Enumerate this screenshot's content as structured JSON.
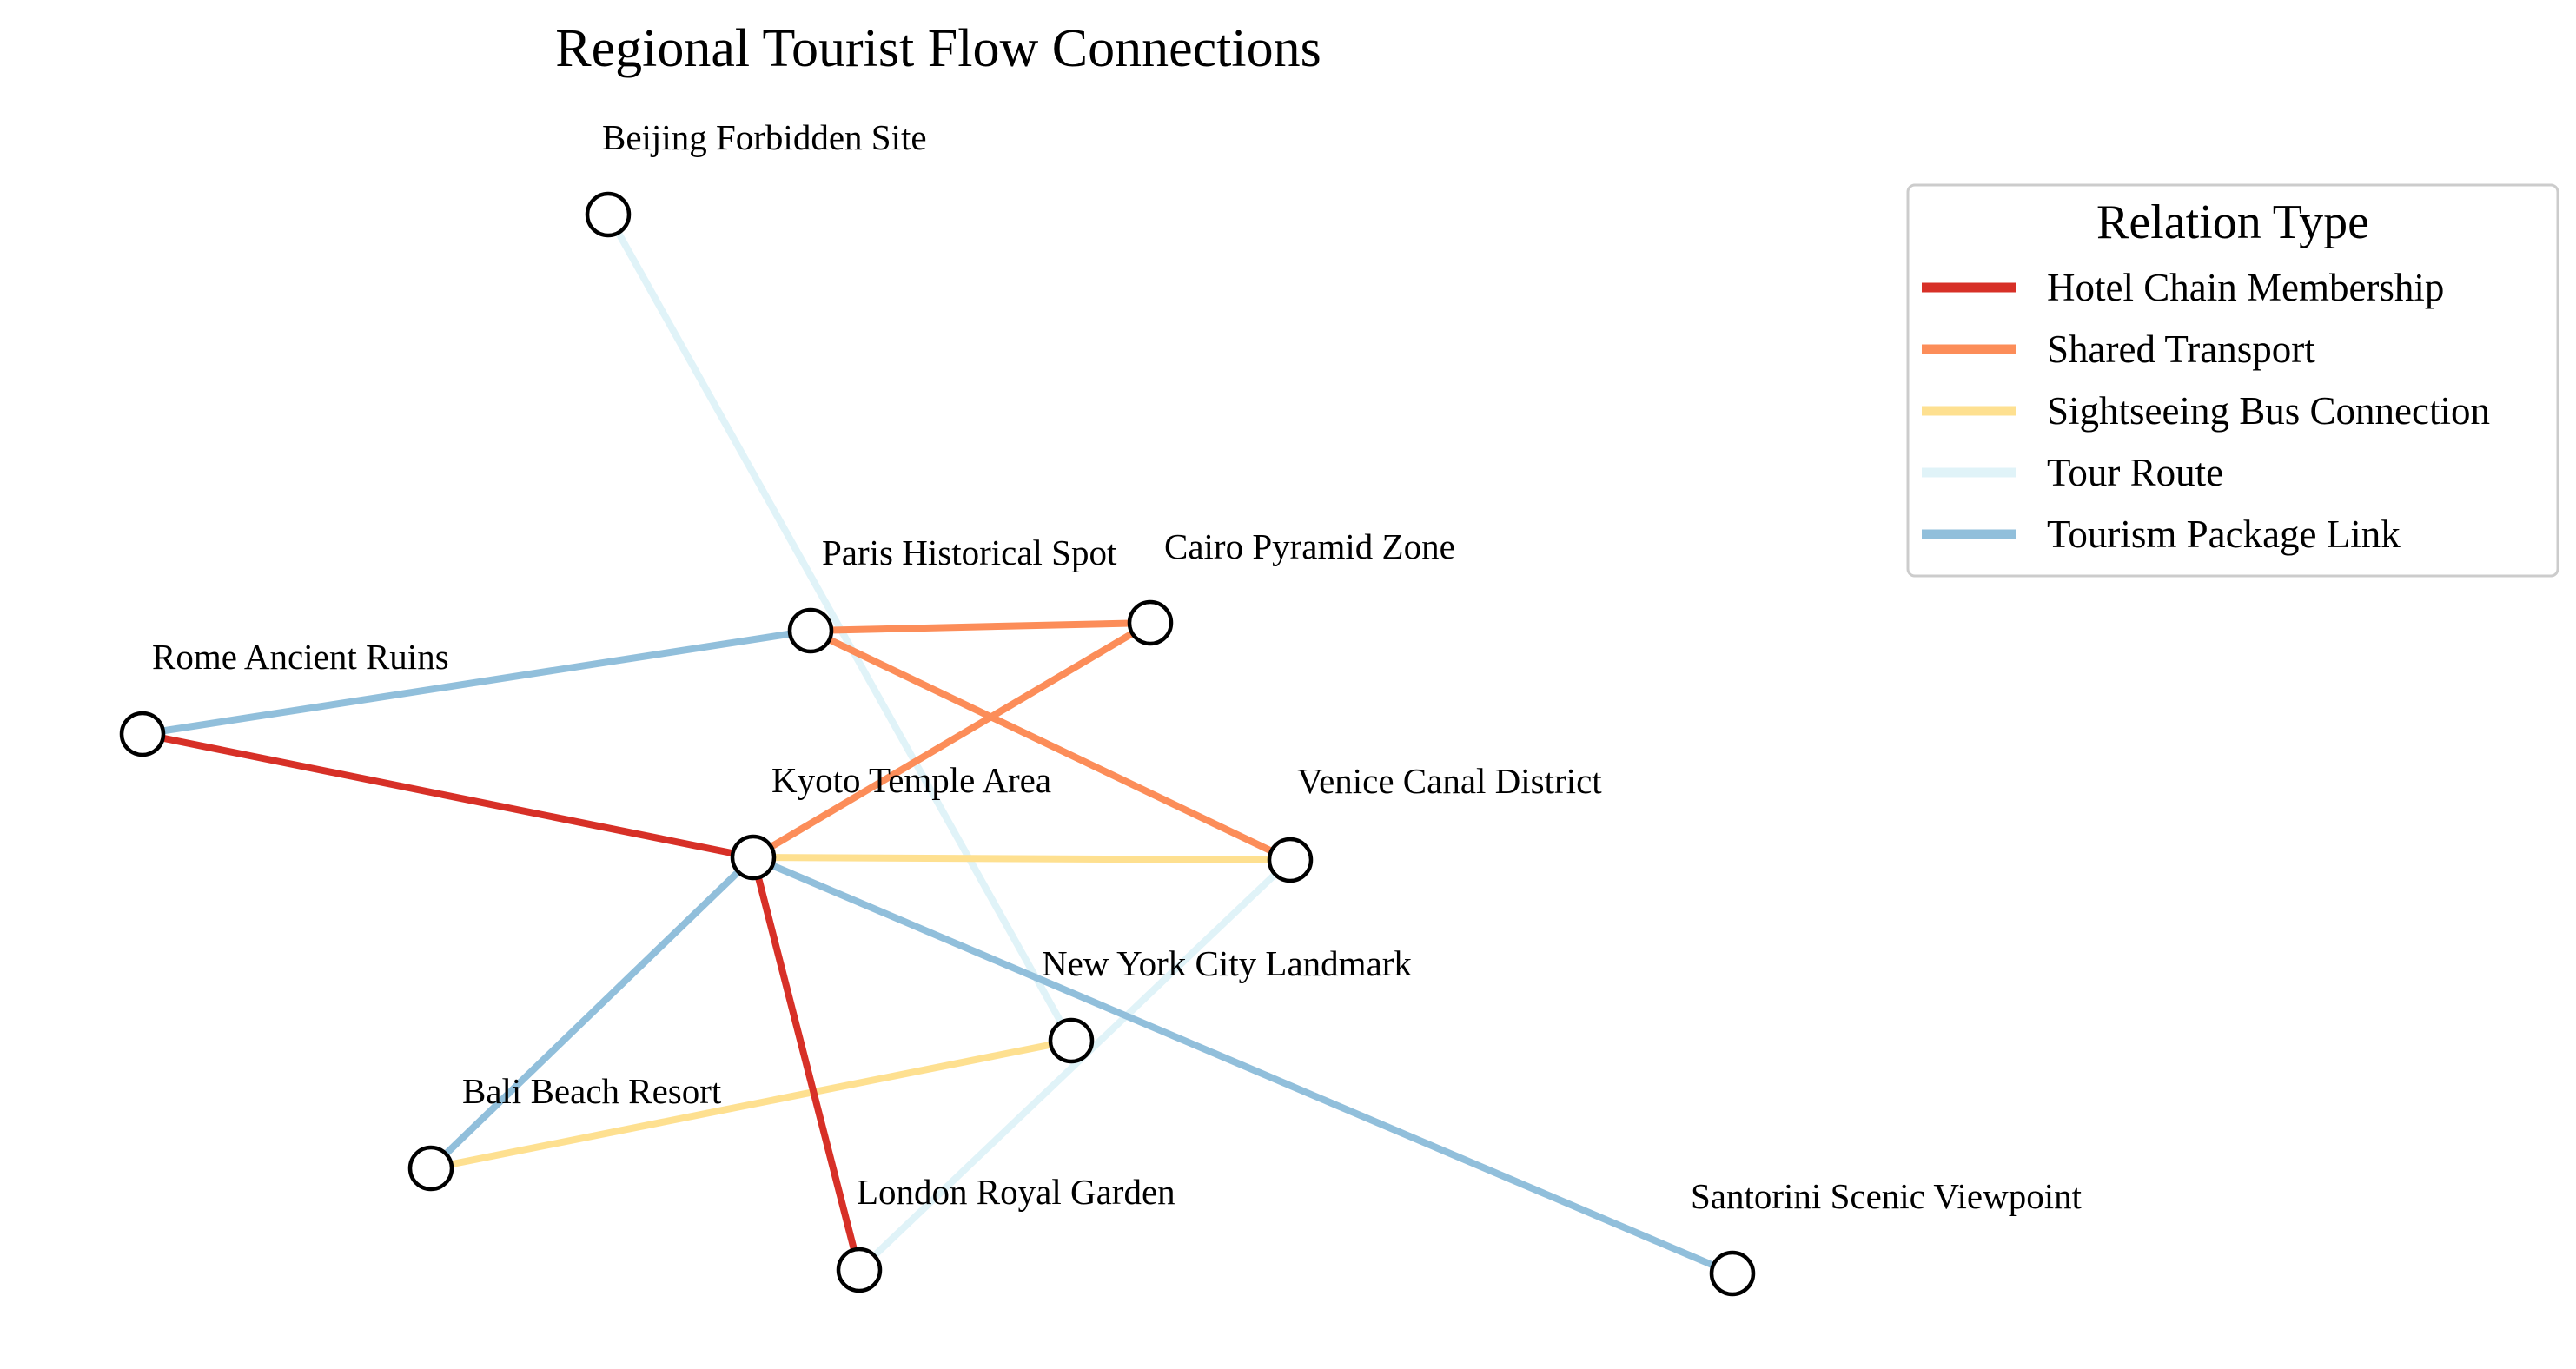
{
  "title": "Regional Tourist Flow Connections",
  "legend": {
    "title": "Relation Type",
    "items": [
      {
        "label": "Hotel Chain Membership",
        "color": "#d73027"
      },
      {
        "label": "Shared Transport",
        "color": "#fc8d59"
      },
      {
        "label": "Sightseeing Bus Connection",
        "color": "#fee090"
      },
      {
        "label": "Tour Route",
        "color": "#e0f3f8"
      },
      {
        "label": "Tourism Package Link",
        "color": "#91bfdb"
      }
    ]
  },
  "nodes": [
    {
      "id": "beijing",
      "label": "Beijing Forbidden Site"
    },
    {
      "id": "paris",
      "label": "Paris Historical Spot"
    },
    {
      "id": "cairo",
      "label": "Cairo Pyramid Zone"
    },
    {
      "id": "rome",
      "label": "Rome Ancient Ruins"
    },
    {
      "id": "kyoto",
      "label": "Kyoto Temple Area"
    },
    {
      "id": "venice",
      "label": "Venice Canal District"
    },
    {
      "id": "nyc",
      "label": "New York City Landmark"
    },
    {
      "id": "bali",
      "label": "Bali Beach Resort"
    },
    {
      "id": "london",
      "label": "London Royal Garden"
    },
    {
      "id": "santorini",
      "label": "Santorini Scenic Viewpoint"
    }
  ],
  "edges": [
    {
      "source": "beijing",
      "target": "nyc",
      "relation": "Tour Route"
    },
    {
      "source": "venice",
      "target": "london",
      "relation": "Tour Route"
    },
    {
      "source": "rome",
      "target": "paris",
      "relation": "Tourism Package Link"
    },
    {
      "source": "kyoto",
      "target": "bali",
      "relation": "Tourism Package Link"
    },
    {
      "source": "kyoto",
      "target": "santorini",
      "relation": "Tourism Package Link"
    },
    {
      "source": "kyoto",
      "target": "venice",
      "relation": "Sightseeing Bus Connection"
    },
    {
      "source": "bali",
      "target": "nyc",
      "relation": "Sightseeing Bus Connection"
    },
    {
      "source": "paris",
      "target": "cairo",
      "relation": "Shared Transport"
    },
    {
      "source": "paris",
      "target": "venice",
      "relation": "Shared Transport"
    },
    {
      "source": "kyoto",
      "target": "cairo",
      "relation": "Shared Transport"
    },
    {
      "source": "rome",
      "target": "kyoto",
      "relation": "Hotel Chain Membership"
    },
    {
      "source": "kyoto",
      "target": "london",
      "relation": "Hotel Chain Membership"
    }
  ]
}
